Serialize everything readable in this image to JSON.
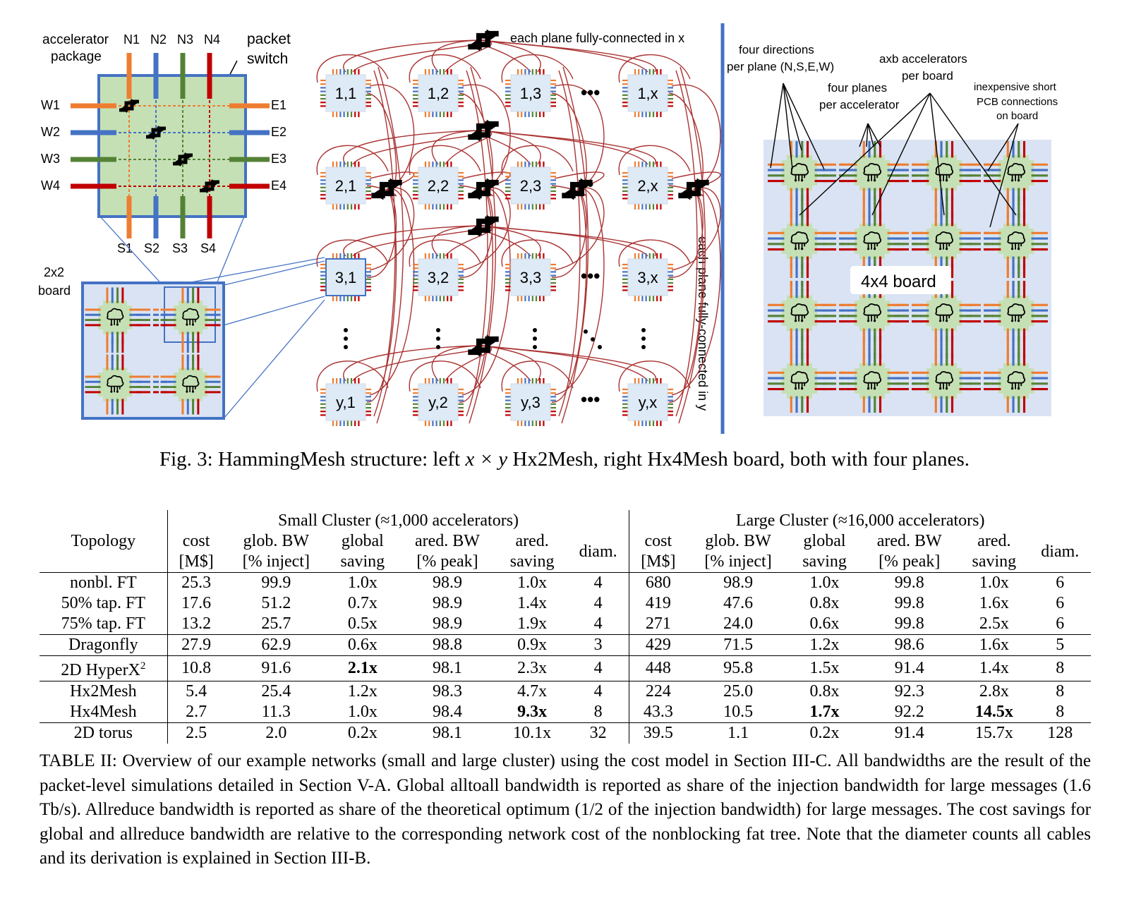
{
  "figure": {
    "left": {
      "accel_label_1": "accelerator",
      "accel_label_2": "package",
      "packet_switch_1": "packet",
      "packet_switch_2": "switch",
      "north": [
        "N1",
        "N2",
        "N3",
        "N4"
      ],
      "south": [
        "S1",
        "S2",
        "S3",
        "S4"
      ],
      "west": [
        "W1",
        "W2",
        "W3",
        "W4"
      ],
      "east": [
        "E1",
        "E2",
        "E3",
        "E4"
      ],
      "board_label_1": "2x2",
      "board_label_2": "board"
    },
    "middle": {
      "x_note": "each plane fully-connected in x",
      "y_note": "each plane fully-connected in y",
      "rows": [
        [
          "1,1",
          "1,2",
          "1,3",
          "1,x"
        ],
        [
          "2,1",
          "2,2",
          "2,3",
          "2,x"
        ],
        [
          "3,1",
          "3,2",
          "3,3",
          "3,x"
        ],
        [
          "y,1",
          "y,2",
          "y,3",
          "y,x"
        ]
      ],
      "ellipsis_h": "•••"
    },
    "right": {
      "four_dirs_1": "four directions",
      "four_dirs_2": "per plane (N,S,E,W)",
      "axb_1": "axb accelerators",
      "axb_2": "per board",
      "four_planes_1": "four planes",
      "four_planes_2": "per accelerator",
      "pcb_1": "inexpensive short",
      "pcb_2": "PCB connections",
      "pcb_3": "on board",
      "board_label": "4x4 board"
    },
    "colors": {
      "orange": "#ed7d31",
      "blue": "#4472c4",
      "green": "#548235",
      "red": "#c00000",
      "board_bg": "#dae3f3",
      "chip_bg": "#c5e0b4",
      "cable": "#a33"
    }
  },
  "caption": {
    "prefix": "Fig. 3: HammingMesh structure: left ",
    "math": "x × y",
    "suffix": " Hx2Mesh, right Hx4Mesh board, both with four planes."
  },
  "table": {
    "group_small": "Small Cluster (≈1,000 accelerators)",
    "group_large": "Large Cluster (≈16,000 accelerators)",
    "topology_header": "Topology",
    "sub_headers_1": [
      "cost",
      "glob. BW",
      "global",
      "ared. BW",
      "ared.",
      "diam."
    ],
    "sub_headers_2": [
      "[M$]",
      "[% inject]",
      "saving",
      "[% peak]",
      "saving"
    ],
    "rows": [
      [
        "nonbl. FT",
        "25.3",
        "99.9",
        "1.0x",
        "98.9",
        "1.0x",
        "4",
        "680",
        "98.9",
        "1.0x",
        "99.8",
        "1.0x",
        "6"
      ],
      [
        "50% tap. FT",
        "17.6",
        "51.2",
        "0.7x",
        "98.9",
        "1.4x",
        "4",
        "419",
        "47.6",
        "0.8x",
        "99.8",
        "1.6x",
        "6"
      ],
      [
        "75% tap. FT",
        "13.2",
        "25.7",
        "0.5x",
        "98.9",
        "1.9x",
        "4",
        "271",
        "24.0",
        "0.6x",
        "99.8",
        "2.5x",
        "6"
      ],
      [
        "Dragonfly",
        "27.9",
        "62.9",
        "0.6x",
        "98.8",
        "0.9x",
        "3",
        "429",
        "71.5",
        "1.2x",
        "98.6",
        "1.6x",
        "5"
      ],
      [
        "2D HyperX",
        "10.8",
        "91.6",
        "2.1x",
        "98.1",
        "2.3x",
        "4",
        "448",
        "95.8",
        "1.5x",
        "91.4",
        "1.4x",
        "8"
      ],
      [
        "Hx2Mesh",
        "5.4",
        "25.4",
        "1.2x",
        "98.3",
        "4.7x",
        "4",
        "224",
        "25.0",
        "0.8x",
        "92.3",
        "2.8x",
        "8"
      ],
      [
        "Hx4Mesh",
        "2.7",
        "11.3",
        "1.0x",
        "98.4",
        "9.3x",
        "8",
        "43.3",
        "10.5",
        "1.7x",
        "92.2",
        "14.5x",
        "8"
      ],
      [
        "2D torus",
        "2.5",
        "2.0",
        "0.2x",
        "98.1",
        "10.1x",
        "32",
        "39.5",
        "1.1",
        "0.2x",
        "91.4",
        "15.7x",
        "128"
      ]
    ],
    "hyperx_sup": "2",
    "caption": "TABLE II: Overview of our example networks (small and large cluster) using the cost model in Section III-C. All bandwidths are the result of the packet-level simulations detailed in Section V-A. Global alltoall bandwidth is reported as share of the injection bandwidth for large messages (1.6 Tb/s). Allreduce bandwidth is reported as share of the theoretical optimum (1/2 of the injection bandwidth) for large messages. The cost savings for global and allreduce bandwidth are relative to the corresponding network cost of the nonblocking fat tree. Note that the diameter counts all cables and its derivation is explained in Section III-B."
  }
}
